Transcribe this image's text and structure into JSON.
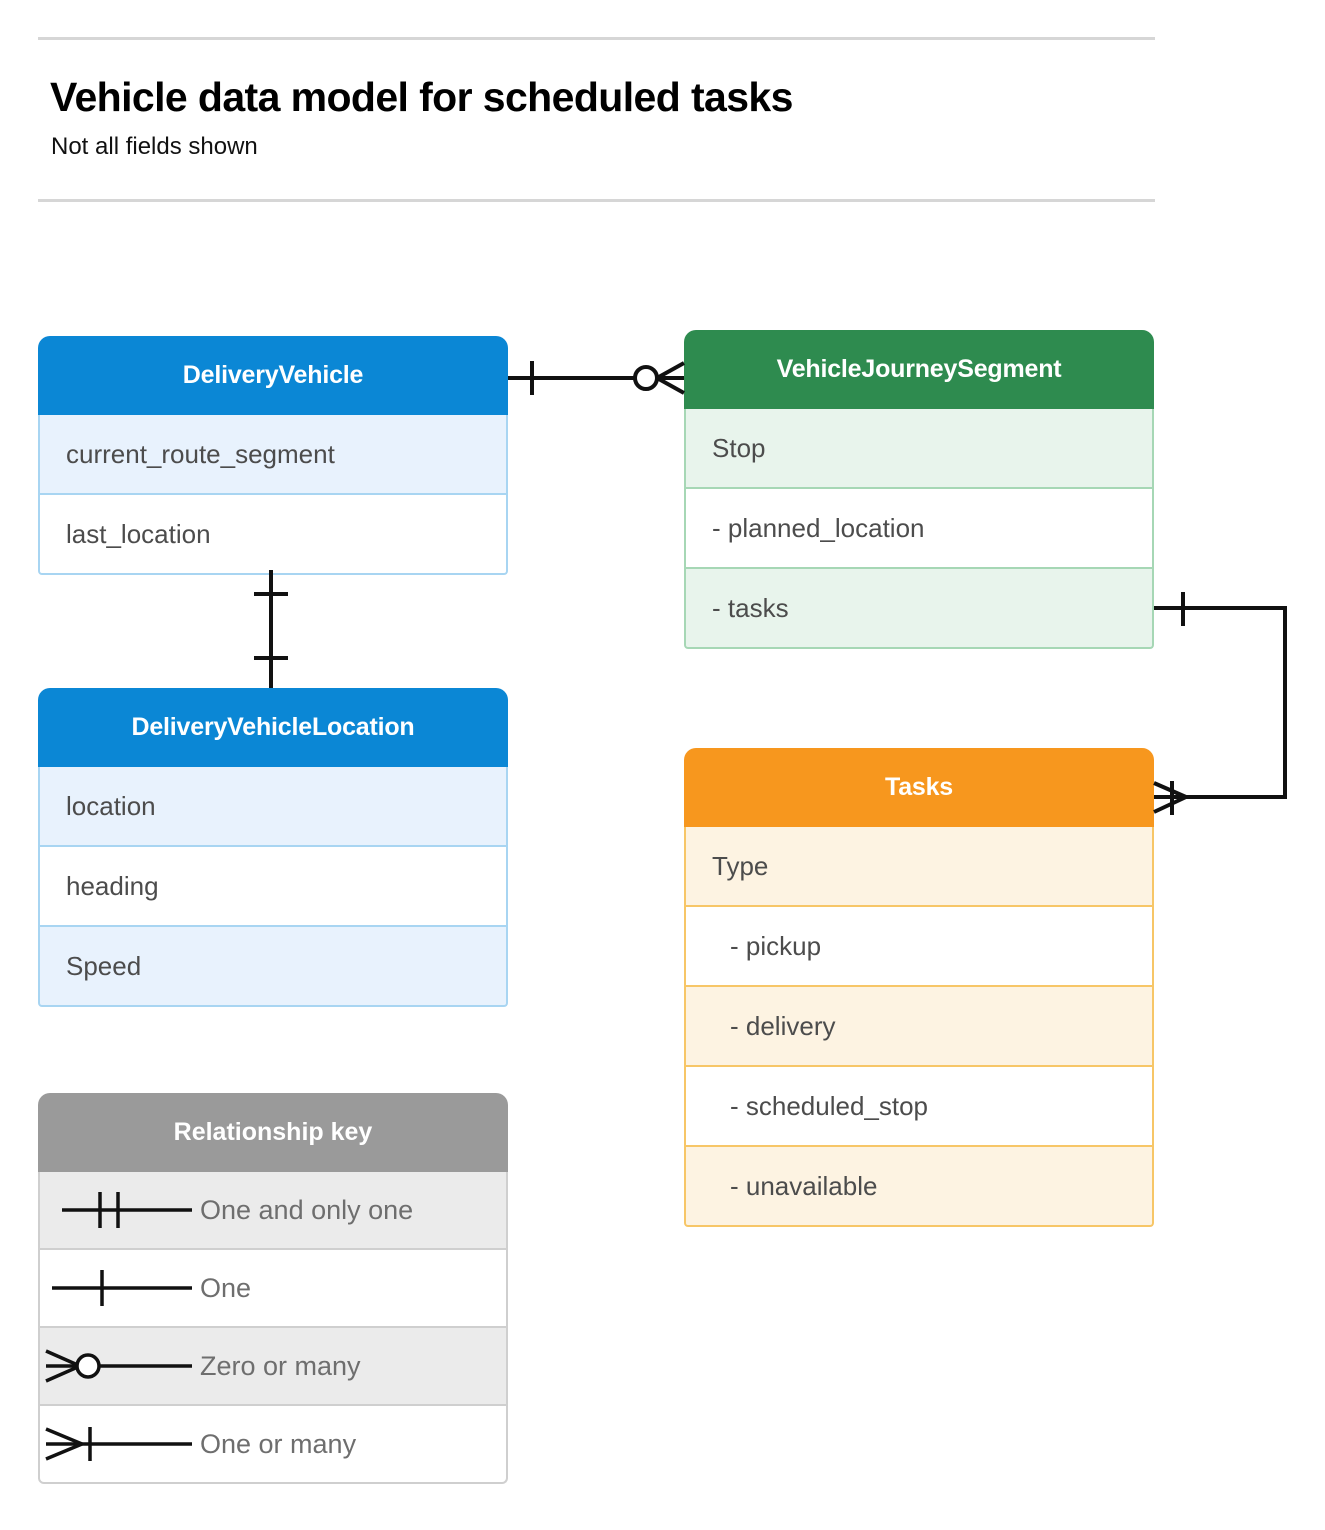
{
  "header": {
    "title": "Vehicle data model for scheduled tasks",
    "subtitle": "Not all fields shown"
  },
  "entities": [
    {
      "id": "delivery-vehicle",
      "name": "DeliveryVehicle",
      "color": "#0b87d5",
      "fields": [
        {
          "label": "current_route_segment"
        },
        {
          "label": "last_location"
        }
      ]
    },
    {
      "id": "vehicle-journey-segment",
      "name": "VehicleJourneySegment",
      "color": "#2e8b4f",
      "fields": [
        {
          "label": "Stop"
        },
        {
          "label": "-  planned_location"
        },
        {
          "label": "- tasks"
        }
      ]
    },
    {
      "id": "delivery-vehicle-location",
      "name": "DeliveryVehicleLocation",
      "color": "#0b87d5",
      "fields": [
        {
          "label": "location"
        },
        {
          "label": "heading"
        },
        {
          "label": "Speed"
        }
      ]
    },
    {
      "id": "tasks",
      "name": "Tasks",
      "color": "#f7971e",
      "fields": [
        {
          "label": "Type"
        },
        {
          "label": "-  pickup"
        },
        {
          "label": "-  delivery"
        },
        {
          "label": "-  scheduled_stop"
        },
        {
          "label": "-  unavailable"
        }
      ]
    }
  ],
  "legend": {
    "title": "Relationship key",
    "items": [
      {
        "symbol": "one-and-only-one-icon",
        "label": "One and only one"
      },
      {
        "symbol": "one-icon",
        "label": "One"
      },
      {
        "symbol": "zero-or-many-icon",
        "label": "Zero or many"
      },
      {
        "symbol": "one-or-many-icon",
        "label": "One or many"
      }
    ]
  },
  "relationships": [
    {
      "id": "deliveryvehicle-to-journeysegment",
      "from": "DeliveryVehicle",
      "to": "VehicleJourneySegment",
      "from_cardinality": "One",
      "to_cardinality": "Zero or many"
    },
    {
      "id": "deliveryvehicle-to-vehiclelocation",
      "from": "DeliveryVehicle",
      "to": "DeliveryVehicleLocation",
      "from_cardinality": "One",
      "to_cardinality": "One"
    },
    {
      "id": "journeysegment-tasks-to-tasks",
      "from": "VehicleJourneySegment.tasks",
      "to": "Tasks",
      "from_cardinality": "One",
      "to_cardinality": "One or many"
    }
  ],
  "colors": {
    "line": "#111111",
    "rule": "#d6d6d6",
    "field_text": "#4c4c4c",
    "legend_text": "#6e6e6e"
  }
}
